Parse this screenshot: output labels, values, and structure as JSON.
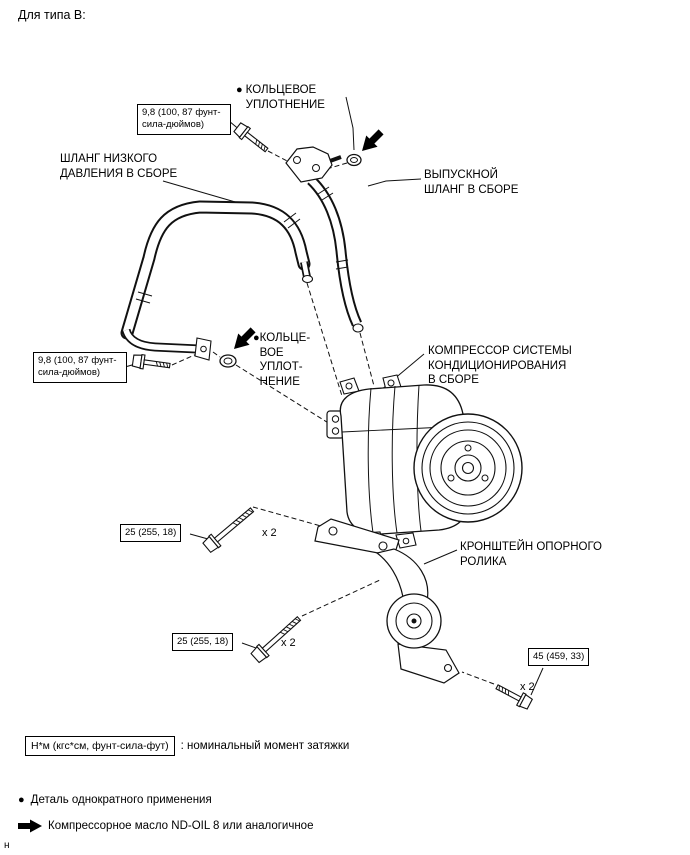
{
  "page": {
    "title": "Для типа B:",
    "corner_letter": "н"
  },
  "icons": {
    "bullet": "●"
  },
  "callouts": {
    "oring_top": "КОЛЬЦЕВОЕ\nУПЛОТНЕНИЕ",
    "low_pressure_hose": "ШЛАНГ НИЗКОГО\nДАВЛЕНИЯ В СБОРЕ",
    "discharge_hose": "ВЫПУСКНОЙ\nШЛАНГ В СБОРЕ",
    "oring_mid": "КОЛЬЦЕ-\nВОЕ\nУПЛОТ-\nНЕНИЕ",
    "compressor": "КОМПРЕССОР СИСТЕМЫ\nКОНДИЦИОНИРОВАНИЯ\nВ СБОРЕ",
    "idler_bracket": "КРОНШТЕЙН ОПОРНОГО\nРОЛИКА"
  },
  "torque_specs": {
    "discharge_union": "9,8 (100, 87 фунт-сила-дюймов)",
    "low_pressure_union": "9,8 (100, 87 фунт-сила-дюймов)",
    "compressor_mount": "25 (255, 18)",
    "bracket_mount": "25 (255, 18)",
    "idler_pulley": "45 (459, 33)",
    "quantity": "x 2"
  },
  "legend": {
    "torque_units": "Н*м (кгс*см, фунт-сила-фут)",
    "torque_note": ": номинальный момент затяжки",
    "single_use": "Деталь однократного применения",
    "oil_note": "Компрессорное масло ND-OIL 8 или аналогичное"
  }
}
